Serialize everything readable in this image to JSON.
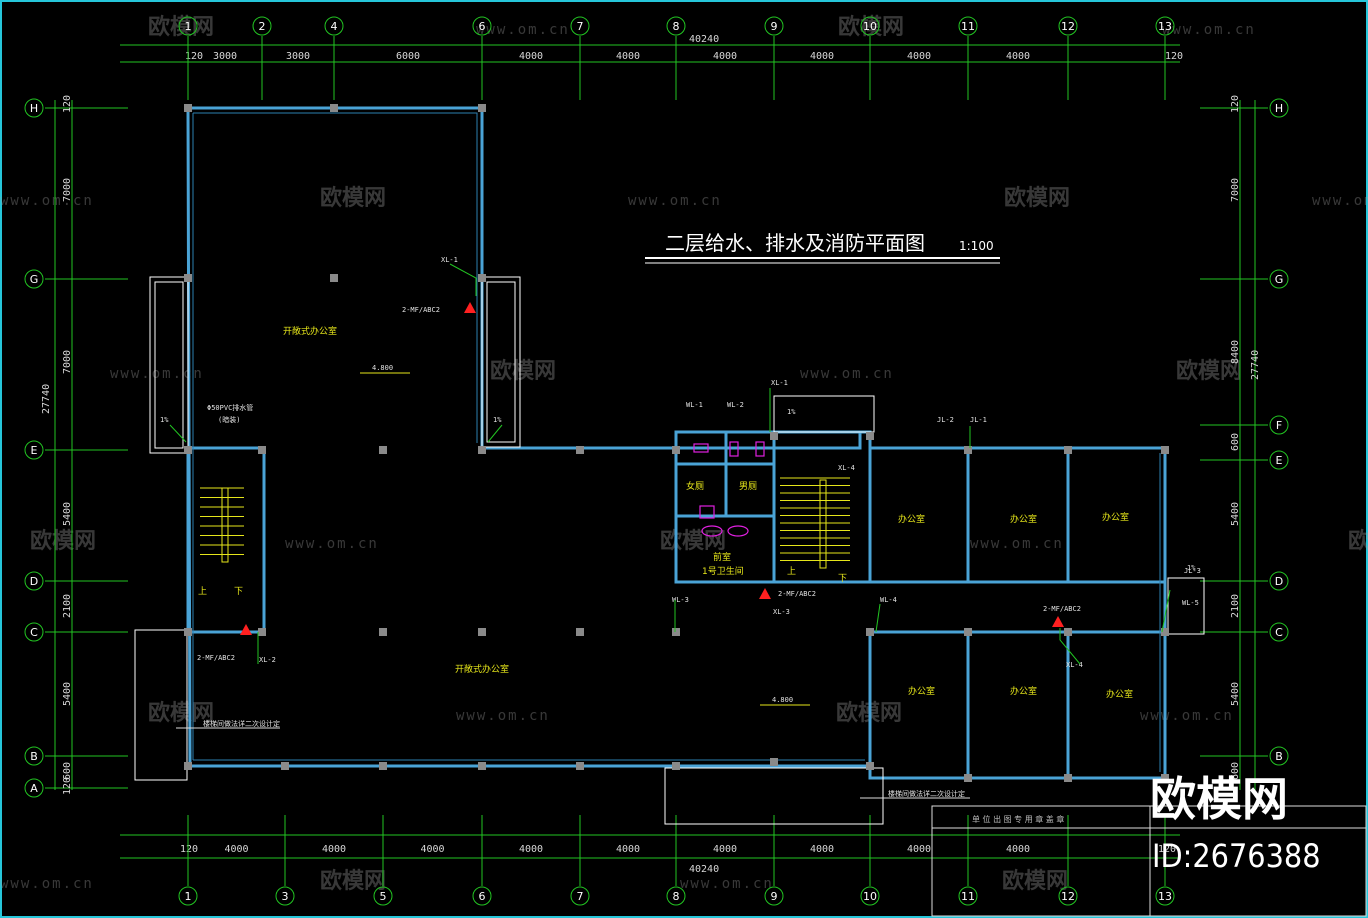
{
  "drawing": {
    "title": "二层给水、排水及消防平面图",
    "scale": "1:100",
    "total_width_top": "40240",
    "total_width_bottom": "40240",
    "total_height_left": "27740",
    "total_height_right": "27740"
  },
  "top_dims": [
    "120",
    "3000",
    "3000",
    "6000",
    "4000",
    "4000",
    "4000",
    "4000",
    "4000",
    "4000",
    "120"
  ],
  "bottom_dims": [
    "120",
    "4000",
    "4000",
    "4000",
    "4000",
    "4000",
    "4000",
    "4000",
    "4000",
    "4000",
    "120"
  ],
  "left_dims": [
    "120",
    "7000",
    "7000",
    "5400",
    "2100",
    "5400",
    "600",
    "120"
  ],
  "right_dims": [
    "120",
    "7000",
    "8400",
    "600",
    "5400",
    "2100",
    "5400",
    "600"
  ],
  "top_axes": [
    "1",
    "2",
    "4",
    "6",
    "7",
    "8",
    "9",
    "10",
    "11",
    "12",
    "13"
  ],
  "bottom_axes": [
    "1",
    "3",
    "5",
    "6",
    "7",
    "8",
    "9",
    "10",
    "11",
    "12",
    "13"
  ],
  "left_axes": [
    "H",
    "G",
    "E",
    "D",
    "C",
    "B",
    "A"
  ],
  "right_axes": [
    "H",
    "G",
    "F",
    "E",
    "D",
    "C",
    "B"
  ],
  "rooms": {
    "open_office_upper": "开敞式办公室",
    "open_office_lower": "开敞式办公室",
    "women_wc": "女厕",
    "men_wc": "男厕",
    "washroom": "前室",
    "cleaning": "1号卫生间",
    "office": "办公室",
    "up": "上",
    "down": "下"
  },
  "tags": {
    "xl1": "XL-1",
    "xl2": "XL-2",
    "xl3": "XL-3",
    "xl4": "XL-4",
    "wl1": "WL-1",
    "wl2": "WL-2",
    "wl3": "WL-3",
    "wl4": "WL-4",
    "wl5": "WL-5",
    "jl1": "JL-1",
    "jl2": "JL-2",
    "jl3": "JL-3",
    "extinguisher": "2-MF/ABC2",
    "elev1": "4.800",
    "elev2": "4.800",
    "slope": "1%",
    "pipe_note": "Φ50PVC排水管",
    "pipe_note2": "(暗装)",
    "note_floor": "楼梯间做法详二次设计定",
    "note_floor2": "楼梯间做法详二次设计定"
  },
  "title_block": {
    "row_label": "单 位 出 图 专 用 章 盖 章"
  },
  "watermark": {
    "brand": "欧模网",
    "url": "www.om.cn",
    "id_text": "ID:2676388"
  },
  "colors": {
    "wall": "#4aa3d6",
    "dim_line": "#22c422",
    "axis_circle": "#22c422",
    "text_room": "#e6e61a",
    "fire": "#ff2020",
    "magenta": "#e020e0"
  }
}
